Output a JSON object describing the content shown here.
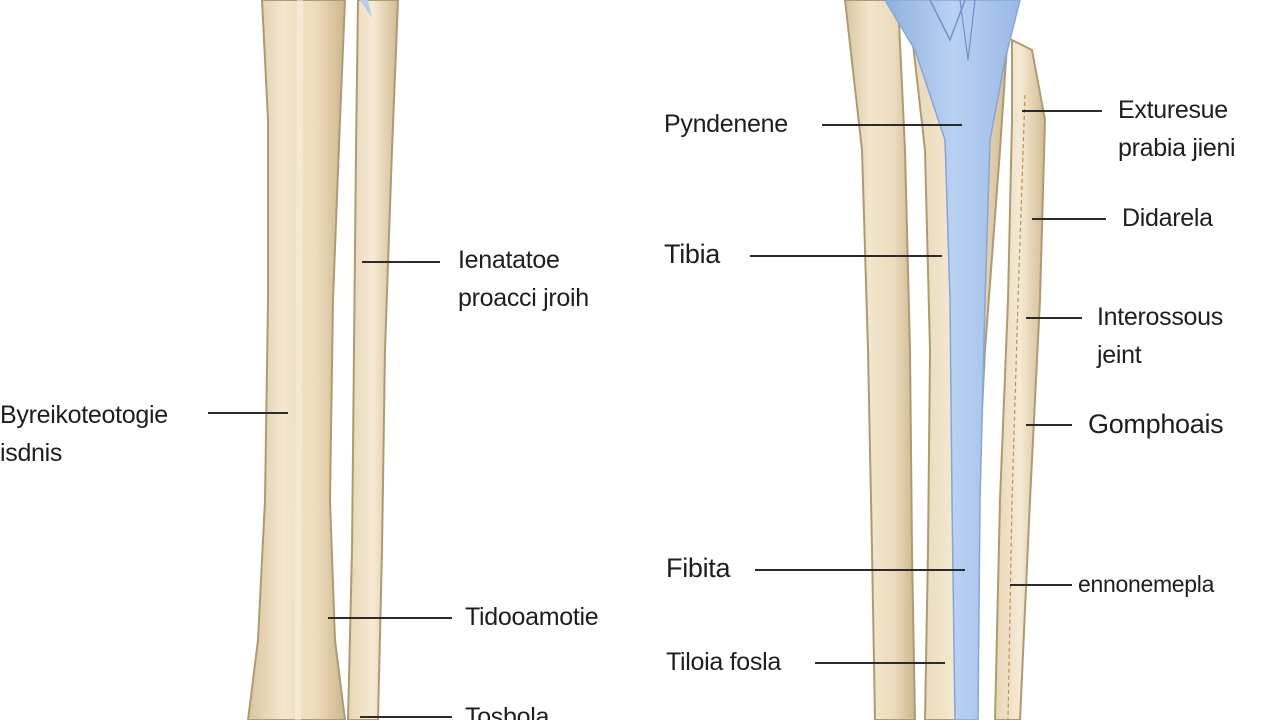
{
  "colors": {
    "bone_fill": "#efe0c4",
    "bone_shadow": "#d6c19b",
    "bone_outline": "#b09a74",
    "ligament": "#a9c6ea",
    "ligament_edge": "#86a6d6",
    "label_text": "#1e1e1e",
    "leader_line": "#2b2b2b"
  },
  "labels": {
    "left_middle_line1": "Ienatatoe",
    "left_middle_line2": "proacci jroih",
    "left_edge_line1": "Byreikoteotogie",
    "left_edge_line2": "isdnis",
    "left_lower": "Tidooamotie",
    "left_bottom": "Tosbola",
    "center_top": "Pyndenene",
    "center_tibia": "Tibia",
    "center_fibula": "Fibita",
    "center_bottom": "Tiloia fosla",
    "right_top_line1": "Exturesue",
    "right_top_line2": "prabia jieni",
    "right_second": "Didarela",
    "right_interosseous_line1": "Interossous",
    "right_interosseous_line2": "jeint",
    "right_gomphosis": "Gomphoais",
    "right_bottom": "ennonemepla"
  }
}
